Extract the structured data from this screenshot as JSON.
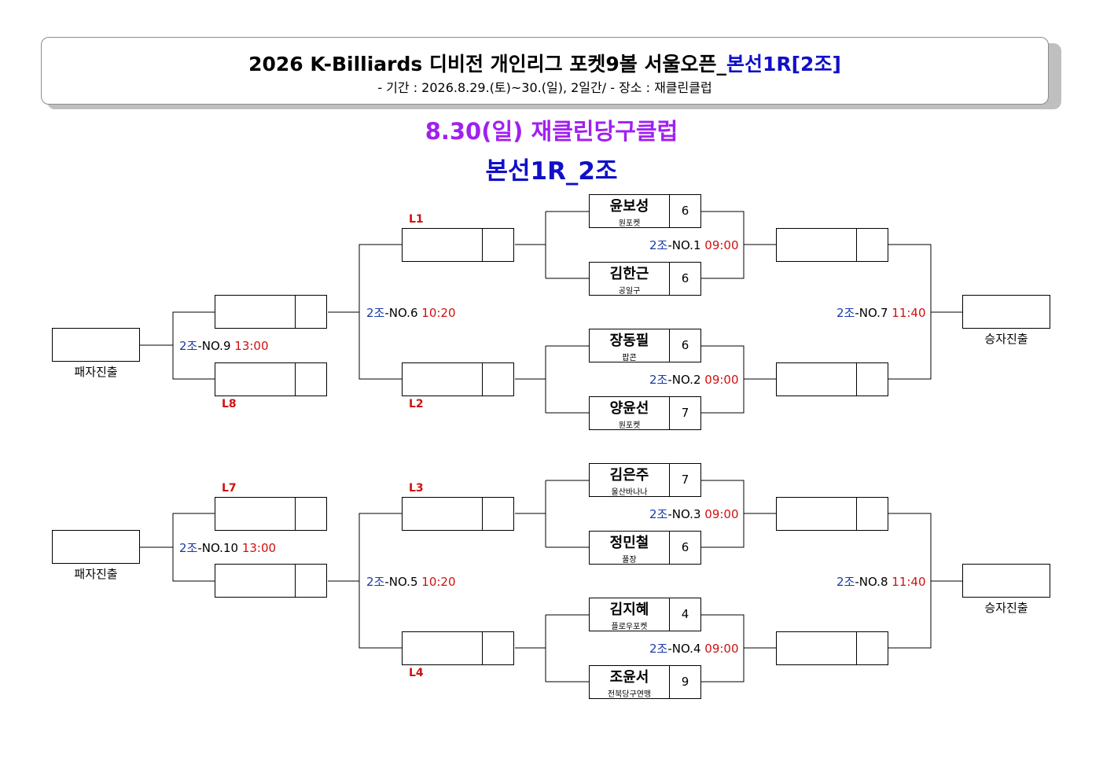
{
  "header": {
    "title_main": "2026 K-Billiards 디비전 개인리그 포켓9볼 서울오픈_",
    "title_highlight": "본선1R[2조]",
    "subtitle": "- 기간 : 2026.8.29.(토)~30.(일), 2일간/ - 장소 : 재클린클럽"
  },
  "date_title": "8.30(일)  재클린당구클럽",
  "group_title": "본선1R_2조",
  "players": [
    {
      "name": "윤보성",
      "club": "원포켓",
      "score": "6"
    },
    {
      "name": "김한근",
      "club": "공일구",
      "score": "6"
    },
    {
      "name": "장동필",
      "club": "팝콘",
      "score": "6"
    },
    {
      "name": "양윤선",
      "club": "원포켓",
      "score": "7"
    },
    {
      "name": "김은주",
      "club": "울산바나나",
      "score": "7"
    },
    {
      "name": "정민철",
      "club": "풀장",
      "score": "6"
    },
    {
      "name": "김지혜",
      "club": "플로우포켓",
      "score": "4"
    },
    {
      "name": "조윤서",
      "club": "전북당구연맹",
      "score": "9"
    }
  ],
  "matches": {
    "no1": {
      "group": "2조",
      "no": "-NO.1",
      "time": "09:00"
    },
    "no2": {
      "group": "2조",
      "no": "-NO.2",
      "time": "09:00"
    },
    "no3": {
      "group": "2조",
      "no": "-NO.3",
      "time": "09:00"
    },
    "no4": {
      "group": "2조",
      "no": "-NO.4",
      "time": "09:00"
    },
    "no5": {
      "group": "2조",
      "no": "-NO.5",
      "time": "10:20"
    },
    "no6": {
      "group": "2조",
      "no": "-NO.6",
      "time": "10:20"
    },
    "no7": {
      "group": "2조",
      "no": "-NO.7",
      "time": "11:40"
    },
    "no8": {
      "group": "2조",
      "no": "-NO.8",
      "time": "11:40"
    },
    "no9": {
      "group": "2조",
      "no": "-NO.9",
      "time": "13:00"
    },
    "no10": {
      "group": "2조",
      "no": "-NO.10",
      "time": "13:00"
    }
  },
  "loser_labels": {
    "l1": "L1",
    "l2": "L2",
    "l3": "L3",
    "l4": "L4",
    "l7": "L7",
    "l8": "L8"
  },
  "captions": {
    "loser_advance": "패자진출",
    "winner_advance": "승자진출"
  },
  "colors": {
    "date": "#a020f0",
    "group": "#1010c8",
    "time": "#d01010",
    "loser_label": "#d01010"
  }
}
